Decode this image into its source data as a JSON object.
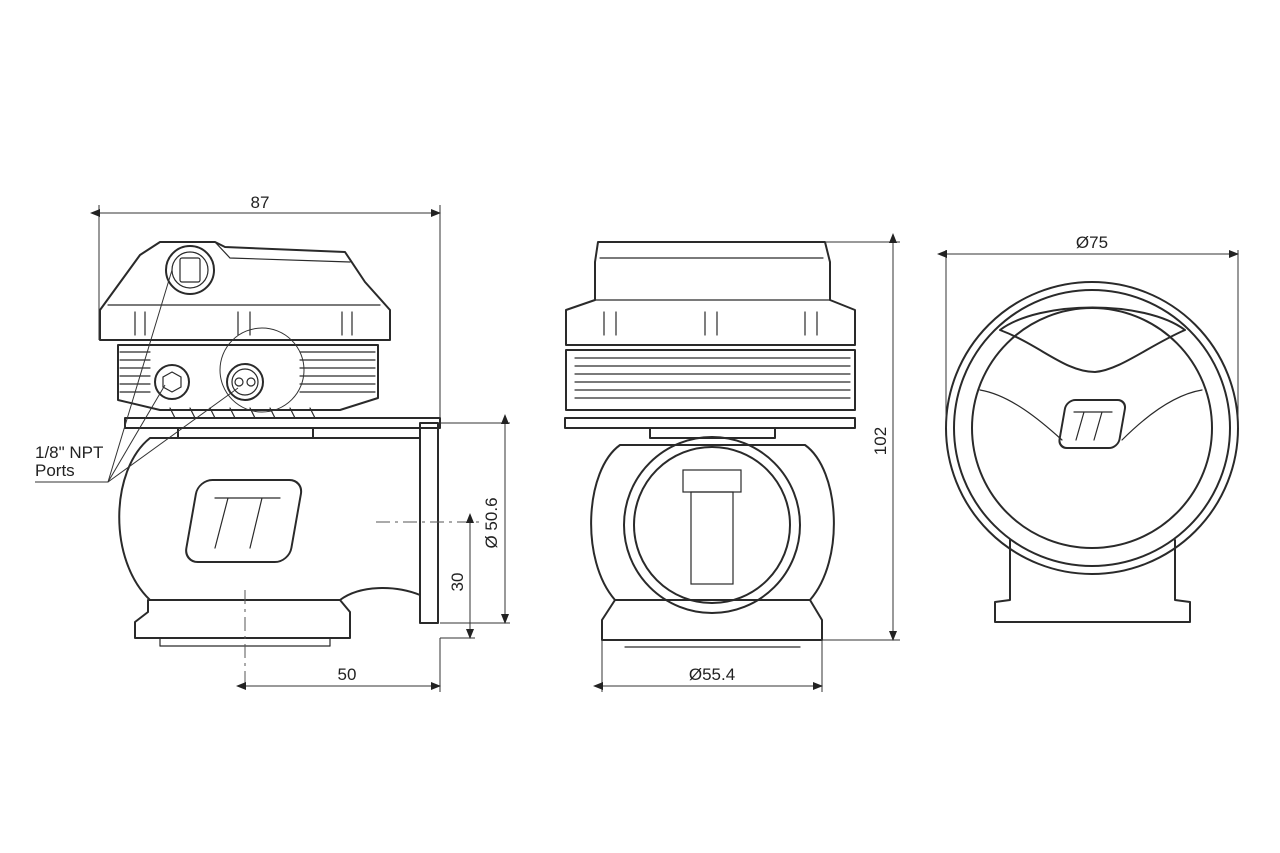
{
  "dimensions": {
    "overall_width": "87",
    "height": "102",
    "flange_diameter": "Ø 50.6",
    "inlet_height": "30",
    "outlet_offset": "50",
    "base_diameter": "Ø55.4",
    "top_diameter": "Ø75"
  },
  "callouts": {
    "ports_line1": "1/8\" NPT",
    "ports_line2": "Ports"
  },
  "colors": {
    "line": "#2a2a2a",
    "background": "#ffffff"
  }
}
